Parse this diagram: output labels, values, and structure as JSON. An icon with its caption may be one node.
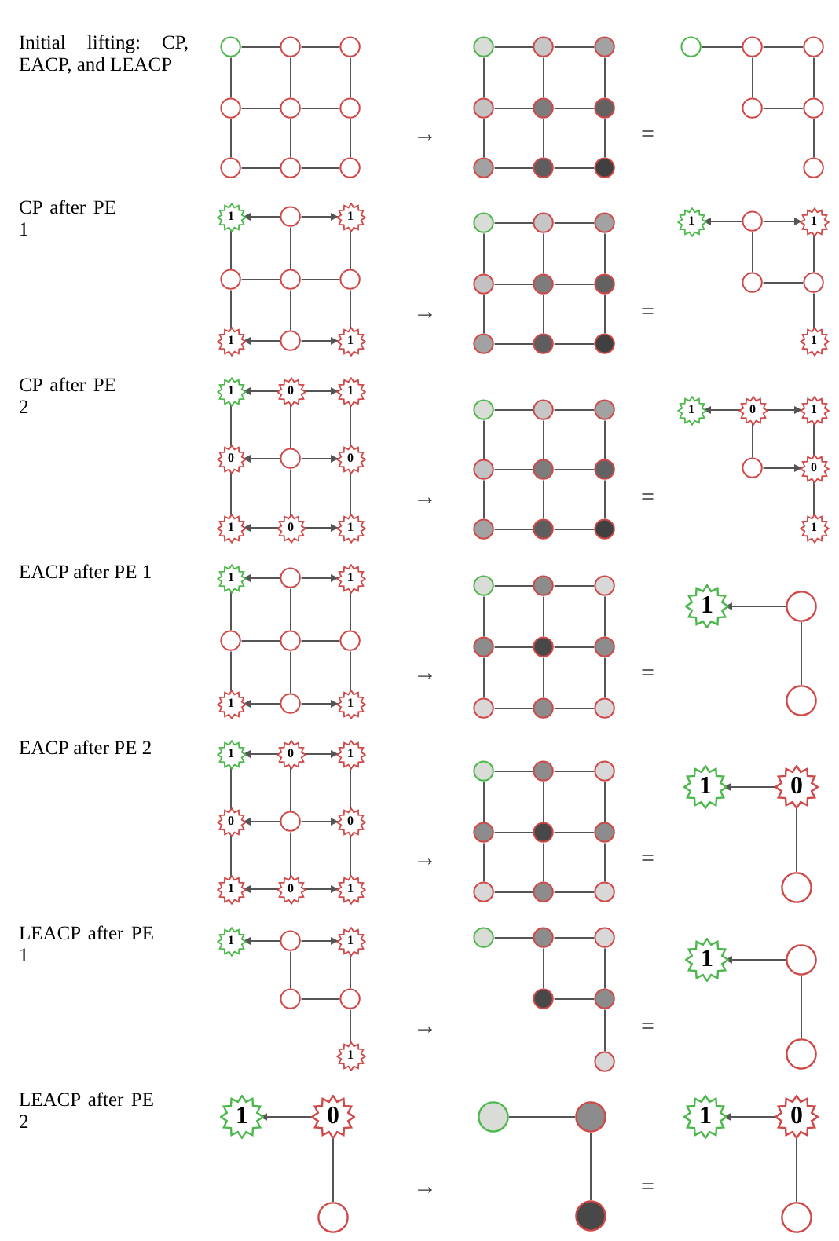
{
  "diagram": {
    "nodes": [
      {
        "text": [],
        "shape": "circle"
      },
      {
        "text": [],
        "shape": "circle"
      },
      {
        "text": [],
        "shape": "circle"
      },
      {
        "text": [],
        "shape": "circle"
      },
      {
        "text": [],
        "shape": "circle"
      },
      {
        "text": [],
        "shape": "circle"
      },
      {
        "text": [],
        "shape": "circle"
      },
      {
        "text": [],
        "shape": "circle"
      },
      {
        "text": [],
        "shape": "circle"
      },
      {
        "text": [],
        "shape": "circle"
      },
      {
        "text": [],
        "shape": "circle"
      },
      {
        "text": [],
        "shape": "circle"
      },
      {
        "text": [],
        "shape": "circle"
      },
      {
        "text": [],
        "shape": "circle"
      },
      {
        "text": [],
        "shape": "circle"
      },
      {
        "text": [],
        "shape": "circle"
      },
      {
        "text": [],
        "shape": "circle"
      },
      {
        "text": [],
        "shape": "circle"
      },
      {
        "text": [],
        "shape": "circle"
      },
      {
        "text": [],
        "shape": "circle"
      },
      {
        "text": [],
        "shape": "circle"
      },
      {
        "text": [],
        "shape": "circle"
      },
      {
        "text": [],
        "shape": "circle"
      },
      {
        "text": [],
        "shape": "circle"
      },
      {
        "text": [
          "1"
        ]
      },
      {
        "text": [],
        "shape": "circle"
      },
      {
        "text": [
          "1"
        ]
      },
      {
        "text": [],
        "shape": "circle"
      },
      {
        "text": [],
        "shape": "circle"
      },
      {
        "text": [],
        "shape": "circle"
      },
      {
        "text": [
          "1"
        ]
      },
      {
        "text": [],
        "shape": "circle"
      },
      {
        "text": [
          "1"
        ]
      },
      {
        "text": [],
        "shape": "circle"
      },
      {
        "text": [],
        "shape": "circle"
      },
      {
        "text": [],
        "shape": "circle"
      },
      {
        "text": [],
        "shape": "circle"
      },
      {
        "text": [],
        "shape": "circle"
      },
      {
        "text": [],
        "shape": "circle"
      },
      {
        "text": [],
        "shape": "circle"
      },
      {
        "text": [],
        "shape": "circle"
      },
      {
        "text": [],
        "shape": "circle"
      },
      {
        "text": [
          "1"
        ]
      },
      {
        "text": [],
        "shape": "circle"
      },
      {
        "text": [
          "1"
        ]
      },
      {
        "text": [],
        "shape": "circle"
      },
      {
        "text": [],
        "shape": "circle"
      },
      {
        "text": [
          "1"
        ]
      },
      {
        "text": [
          "1"
        ]
      },
      {
        "text": [
          "0"
        ]
      },
      {
        "text": [
          "1"
        ]
      },
      {
        "text": [
          "0"
        ]
      },
      {
        "text": [],
        "shape": "circle"
      },
      {
        "text": [
          "0"
        ]
      },
      {
        "text": [
          "1"
        ]
      },
      {
        "text": [
          "0"
        ]
      },
      {
        "text": [
          "1"
        ]
      },
      {
        "text": [],
        "shape": "circle"
      },
      {
        "text": [],
        "shape": "circle"
      },
      {
        "text": [],
        "shape": "circle"
      },
      {
        "text": [],
        "shape": "circle"
      },
      {
        "text": [],
        "shape": "circle"
      },
      {
        "text": [],
        "shape": "circle"
      },
      {
        "text": [],
        "shape": "circle"
      },
      {
        "text": [],
        "shape": "circle"
      },
      {
        "text": [],
        "shape": "circle"
      },
      {
        "text": [
          "1"
        ]
      },
      {
        "text": [
          "0"
        ]
      },
      {
        "text": [
          "1"
        ]
      },
      {
        "text": [],
        "shape": "circle"
      },
      {
        "text": [
          "0"
        ]
      },
      {
        "text": [
          "1"
        ]
      },
      {
        "text": [
          "1"
        ]
      },
      {
        "text": [],
        "shape": "circle"
      },
      {
        "text": [
          "1"
        ]
      },
      {
        "text": [],
        "shape": "circle"
      },
      {
        "text": [],
        "shape": "circle"
      },
      {
        "text": [],
        "shape": "circle"
      },
      {
        "text": [
          "1"
        ]
      },
      {
        "text": [],
        "shape": "circle"
      },
      {
        "text": [
          "1"
        ]
      },
      {
        "text": [],
        "shape": "circle"
      },
      {
        "text": [],
        "shape": "circle"
      },
      {
        "text": [],
        "shape": "circle"
      },
      {
        "text": [],
        "shape": "circle"
      },
      {
        "text": [],
        "shape": "circle"
      },
      {
        "text": [],
        "shape": "circle"
      },
      {
        "text": [],
        "shape": "circle"
      },
      {
        "text": [],
        "shape": "circle"
      },
      {
        "text": [],
        "shape": "circle"
      },
      {
        "text": [
          "1"
        ]
      },
      {
        "text": [],
        "shape": "circle"
      },
      {
        "text": [],
        "shape": "circle"
      },
      {
        "text": [
          "1"
        ]
      },
      {
        "text": [
          "0"
        ]
      },
      {
        "text": [
          "1"
        ]
      },
      {
        "text": [
          "0"
        ]
      },
      {
        "text": [],
        "shape": "circle"
      },
      {
        "text": [
          "0"
        ]
      },
      {
        "text": [
          "1"
        ]
      },
      {
        "text": [
          "0"
        ]
      },
      {
        "text": [
          "1"
        ]
      },
      {
        "text": [],
        "shape": "circle"
      },
      {
        "text": [],
        "shape": "circle"
      },
      {
        "text": [],
        "shape": "circle"
      },
      {
        "text": [],
        "shape": "circle"
      },
      {
        "text": [],
        "shape": "circle"
      },
      {
        "text": [],
        "shape": "circle"
      },
      {
        "text": [],
        "shape": "circle"
      },
      {
        "text": [],
        "shape": "circle"
      },
      {
        "text": [],
        "shape": "circle"
      },
      {
        "text": [
          "1"
        ]
      },
      {
        "text": [
          "0"
        ]
      },
      {
        "text": [],
        "shape": "circle"
      },
      {
        "text": [
          "1"
        ]
      },
      {
        "text": [],
        "shape": "circle"
      },
      {
        "text": [
          "1"
        ]
      },
      {
        "text": [],
        "shape": "circle"
      },
      {
        "text": [],
        "shape": "circle"
      },
      {
        "text": [
          "1"
        ]
      },
      {
        "text": [],
        "shape": "circle"
      },
      {
        "text": [],
        "shape": "circle"
      },
      {
        "text": [],
        "shape": "circle"
      },
      {
        "text": [],
        "shape": "circle"
      },
      {
        "text": [],
        "shape": "circle"
      },
      {
        "text": [],
        "shape": "circle"
      },
      {
        "text": [
          "1"
        ]
      },
      {
        "text": [],
        "shape": "circle"
      },
      {
        "text": [],
        "shape": "circle"
      },
      {
        "text": [
          "1"
        ]
      },
      {
        "text": [
          "0"
        ]
      },
      {
        "text": [],
        "shape": "circle"
      },
      {
        "text": [],
        "shape": "circle"
      },
      {
        "text": [],
        "shape": "circle"
      },
      {
        "text": [],
        "shape": "circle"
      },
      {
        "text": [
          "1"
        ]
      },
      {
        "text": [
          "0"
        ]
      },
      {
        "text": [],
        "shape": "circle"
      }
    ],
    "edges": [
      {
        "from": 0,
        "to": 1,
        "arrow": "none"
      },
      {
        "from": 1,
        "to": 2,
        "arrow": "none"
      },
      {
        "from": 3,
        "to": 4,
        "arrow": "none"
      },
      {
        "from": 4,
        "to": 5,
        "arrow": "none"
      },
      {
        "from": 6,
        "to": 7,
        "arrow": "none"
      },
      {
        "from": 7,
        "to": 8,
        "arrow": "none"
      },
      {
        "from": 0,
        "to": 3,
        "arrow": "none"
      },
      {
        "from": 3,
        "to": 6,
        "arrow": "none"
      },
      {
        "from": 1,
        "to": 4,
        "arrow": "none"
      },
      {
        "from": 4,
        "to": 7,
        "arrow": "none"
      },
      {
        "from": 2,
        "to": 5,
        "arrow": "none"
      },
      {
        "from": 5,
        "to": 8,
        "arrow": "none"
      },
      {
        "from": 9,
        "to": 10,
        "arrow": "none"
      },
      {
        "from": 10,
        "to": 11,
        "arrow": "none"
      },
      {
        "from": 12,
        "to": 13,
        "arrow": "none"
      },
      {
        "from": 13,
        "to": 14,
        "arrow": "none"
      },
      {
        "from": 15,
        "to": 16,
        "arrow": "none"
      },
      {
        "from": 16,
        "to": 17,
        "arrow": "none"
      },
      {
        "from": 9,
        "to": 12,
        "arrow": "none"
      },
      {
        "from": 12,
        "to": 15,
        "arrow": "none"
      },
      {
        "from": 10,
        "to": 13,
        "arrow": "none"
      },
      {
        "from": 13,
        "to": 16,
        "arrow": "none"
      },
      {
        "from": 11,
        "to": 14,
        "arrow": "none"
      },
      {
        "from": 14,
        "to": 17,
        "arrow": "none"
      },
      {
        "from": 18,
        "to": 19,
        "arrow": "none"
      },
      {
        "from": 19,
        "to": 20,
        "arrow": "none"
      },
      {
        "from": 21,
        "to": 22,
        "arrow": "none"
      },
      {
        "from": 19,
        "to": 21,
        "arrow": "none"
      },
      {
        "from": 20,
        "to": 22,
        "arrow": "none"
      },
      {
        "from": 22,
        "to": 23,
        "arrow": "none"
      },
      {
        "from": 25,
        "to": 24,
        "arrow": "to"
      },
      {
        "from": 25,
        "to": 26,
        "arrow": "to"
      },
      {
        "from": 27,
        "to": 28,
        "arrow": "none"
      },
      {
        "from": 28,
        "to": 29,
        "arrow": "none"
      },
      {
        "from": 31,
        "to": 30,
        "arrow": "to"
      },
      {
        "from": 31,
        "to": 32,
        "arrow": "to"
      },
      {
        "from": 24,
        "to": 27,
        "arrow": "none"
      },
      {
        "from": 27,
        "to": 30,
        "arrow": "none"
      },
      {
        "from": 25,
        "to": 28,
        "arrow": "none"
      },
      {
        "from": 28,
        "to": 31,
        "arrow": "none"
      },
      {
        "from": 26,
        "to": 29,
        "arrow": "none"
      },
      {
        "from": 29,
        "to": 32,
        "arrow": "none"
      },
      {
        "from": 33,
        "to": 34,
        "arrow": "none"
      },
      {
        "from": 34,
        "to": 35,
        "arrow": "none"
      },
      {
        "from": 36,
        "to": 37,
        "arrow": "none"
      },
      {
        "from": 37,
        "to": 38,
        "arrow": "none"
      },
      {
        "from": 39,
        "to": 40,
        "arrow": "none"
      },
      {
        "from": 40,
        "to": 41,
        "arrow": "none"
      },
      {
        "from": 33,
        "to": 36,
        "arrow": "none"
      },
      {
        "from": 36,
        "to": 39,
        "arrow": "none"
      },
      {
        "from": 34,
        "to": 37,
        "arrow": "none"
      },
      {
        "from": 37,
        "to": 40,
        "arrow": "none"
      },
      {
        "from": 35,
        "to": 38,
        "arrow": "none"
      },
      {
        "from": 38,
        "to": 41,
        "arrow": "none"
      },
      {
        "from": 43,
        "to": 42,
        "arrow": "to"
      },
      {
        "from": 43,
        "to": 44,
        "arrow": "to"
      },
      {
        "from": 45,
        "to": 46,
        "arrow": "none"
      },
      {
        "from": 43,
        "to": 45,
        "arrow": "none"
      },
      {
        "from": 44,
        "to": 46,
        "arrow": "none"
      },
      {
        "from": 46,
        "to": 47,
        "arrow": "none"
      },
      {
        "from": 49,
        "to": 48,
        "arrow": "to"
      },
      {
        "from": 49,
        "to": 50,
        "arrow": "to"
      },
      {
        "from": 52,
        "to": 51,
        "arrow": "to"
      },
      {
        "from": 52,
        "to": 53,
        "arrow": "to"
      },
      {
        "from": 55,
        "to": 54,
        "arrow": "to"
      },
      {
        "from": 55,
        "to": 56,
        "arrow": "to"
      },
      {
        "from": 48,
        "to": 51,
        "arrow": "none"
      },
      {
        "from": 51,
        "to": 54,
        "arrow": "none"
      },
      {
        "from": 49,
        "to": 52,
        "arrow": "none"
      },
      {
        "from": 52,
        "to": 55,
        "arrow": "none"
      },
      {
        "from": 50,
        "to": 53,
        "arrow": "none"
      },
      {
        "from": 53,
        "to": 56,
        "arrow": "none"
      },
      {
        "from": 57,
        "to": 58,
        "arrow": "none"
      },
      {
        "from": 58,
        "to": 59,
        "arrow": "none"
      },
      {
        "from": 60,
        "to": 61,
        "arrow": "none"
      },
      {
        "from": 61,
        "to": 62,
        "arrow": "none"
      },
      {
        "from": 63,
        "to": 64,
        "arrow": "none"
      },
      {
        "from": 64,
        "to": 65,
        "arrow": "none"
      },
      {
        "from": 57,
        "to": 60,
        "arrow": "none"
      },
      {
        "from": 60,
        "to": 63,
        "arrow": "none"
      },
      {
        "from": 58,
        "to": 61,
        "arrow": "none"
      },
      {
        "from": 61,
        "to": 64,
        "arrow": "none"
      },
      {
        "from": 59,
        "to": 62,
        "arrow": "none"
      },
      {
        "from": 62,
        "to": 65,
        "arrow": "none"
      },
      {
        "from": 67,
        "to": 66,
        "arrow": "to"
      },
      {
        "from": 67,
        "to": 68,
        "arrow": "to"
      },
      {
        "from": 69,
        "to": 70,
        "arrow": "to"
      },
      {
        "from": 67,
        "to": 69,
        "arrow": "none"
      },
      {
        "from": 68,
        "to": 70,
        "arrow": "none"
      },
      {
        "from": 70,
        "to": 71,
        "arrow": "none"
      },
      {
        "from": 73,
        "to": 72,
        "arrow": "to"
      },
      {
        "from": 73,
        "to": 74,
        "arrow": "to"
      },
      {
        "from": 75,
        "to": 76,
        "arrow": "none"
      },
      {
        "from": 76,
        "to": 77,
        "arrow": "none"
      },
      {
        "from": 79,
        "to": 78,
        "arrow": "to"
      },
      {
        "from": 79,
        "to": 80,
        "arrow": "to"
      },
      {
        "from": 72,
        "to": 75,
        "arrow": "none"
      },
      {
        "from": 75,
        "to": 78,
        "arrow": "none"
      },
      {
        "from": 73,
        "to": 76,
        "arrow": "none"
      },
      {
        "from": 76,
        "to": 79,
        "arrow": "none"
      },
      {
        "from": 74,
        "to": 77,
        "arrow": "none"
      },
      {
        "from": 77,
        "to": 80,
        "arrow": "none"
      },
      {
        "from": 81,
        "to": 82,
        "arrow": "none"
      },
      {
        "from": 82,
        "to": 83,
        "arrow": "none"
      },
      {
        "from": 84,
        "to": 85,
        "arrow": "none"
      },
      {
        "from": 85,
        "to": 86,
        "arrow": "none"
      },
      {
        "from": 87,
        "to": 88,
        "arrow": "none"
      },
      {
        "from": 88,
        "to": 89,
        "arrow": "none"
      },
      {
        "from": 81,
        "to": 84,
        "arrow": "none"
      },
      {
        "from": 84,
        "to": 87,
        "arrow": "none"
      },
      {
        "from": 82,
        "to": 85,
        "arrow": "none"
      },
      {
        "from": 85,
        "to": 88,
        "arrow": "none"
      },
      {
        "from": 83,
        "to": 86,
        "arrow": "none"
      },
      {
        "from": 86,
        "to": 89,
        "arrow": "none"
      },
      {
        "from": 91,
        "to": 90,
        "arrow": "to"
      },
      {
        "from": 91,
        "to": 92,
        "arrow": "none"
      },
      {
        "from": 94,
        "to": 93,
        "arrow": "to"
      },
      {
        "from": 94,
        "to": 95,
        "arrow": "to"
      },
      {
        "from": 97,
        "to": 96,
        "arrow": "to"
      },
      {
        "from": 97,
        "to": 98,
        "arrow": "to"
      },
      {
        "from": 100,
        "to": 99,
        "arrow": "to"
      },
      {
        "from": 100,
        "to": 101,
        "arrow": "to"
      },
      {
        "from": 93,
        "to": 96,
        "arrow": "none"
      },
      {
        "from": 96,
        "to": 99,
        "arrow": "none"
      },
      {
        "from": 94,
        "to": 97,
        "arrow": "none"
      },
      {
        "from": 97,
        "to": 100,
        "arrow": "none"
      },
      {
        "from": 95,
        "to": 98,
        "arrow": "none"
      },
      {
        "from": 98,
        "to": 101,
        "arrow": "none"
      },
      {
        "from": 102,
        "to": 103,
        "arrow": "none"
      },
      {
        "from": 103,
        "to": 104,
        "arrow": "none"
      },
      {
        "from": 105,
        "to": 106,
        "arrow": "none"
      },
      {
        "from": 106,
        "to": 107,
        "arrow": "none"
      },
      {
        "from": 108,
        "to": 109,
        "arrow": "none"
      },
      {
        "from": 109,
        "to": 110,
        "arrow": "none"
      },
      {
        "from": 102,
        "to": 105,
        "arrow": "none"
      },
      {
        "from": 105,
        "to": 108,
        "arrow": "none"
      },
      {
        "from": 103,
        "to": 106,
        "arrow": "none"
      },
      {
        "from": 106,
        "to": 109,
        "arrow": "none"
      },
      {
        "from": 104,
        "to": 107,
        "arrow": "none"
      },
      {
        "from": 107,
        "to": 110,
        "arrow": "none"
      },
      {
        "from": 112,
        "to": 111,
        "arrow": "to"
      },
      {
        "from": 112,
        "to": 113,
        "arrow": "none"
      },
      {
        "from": 115,
        "to": 114,
        "arrow": "to"
      },
      {
        "from": 115,
        "to": 116,
        "arrow": "to"
      },
      {
        "from": 117,
        "to": 118,
        "arrow": "none"
      },
      {
        "from": 115,
        "to": 117,
        "arrow": "none"
      },
      {
        "from": 116,
        "to": 118,
        "arrow": "none"
      },
      {
        "from": 118,
        "to": 119,
        "arrow": "none"
      },
      {
        "from": 120,
        "to": 121,
        "arrow": "none"
      },
      {
        "from": 121,
        "to": 122,
        "arrow": "none"
      },
      {
        "from": 123,
        "to": 124,
        "arrow": "none"
      },
      {
        "from": 121,
        "to": 123,
        "arrow": "none"
      },
      {
        "from": 122,
        "to": 124,
        "arrow": "none"
      },
      {
        "from": 124,
        "to": 125,
        "arrow": "none"
      },
      {
        "from": 127,
        "to": 126,
        "arrow": "to"
      },
      {
        "from": 127,
        "to": 128,
        "arrow": "none"
      },
      {
        "from": 130,
        "to": 129,
        "arrow": "to"
      },
      {
        "from": 130,
        "to": 131,
        "arrow": "none"
      },
      {
        "from": 132,
        "to": 133,
        "arrow": "none"
      },
      {
        "from": 133,
        "to": 134,
        "arrow": "none"
      },
      {
        "from": 136,
        "to": 135,
        "arrow": "to"
      },
      {
        "from": 136,
        "to": 137,
        "arrow": "none"
      }
    ],
    "labels": [
      "Initial lifting: CP, EACP, and LEACP",
      "→",
      "=",
      "CP after PE 1",
      "→",
      "=",
      "CP after PE 2",
      "→",
      "=",
      "EACP after PE 1",
      "→",
      "=",
      "EACP after PE 2",
      "→",
      "=",
      "LEACP after PE 1",
      "→",
      "=",
      "LEACP after PE 2",
      "→",
      "="
    ]
  }
}
